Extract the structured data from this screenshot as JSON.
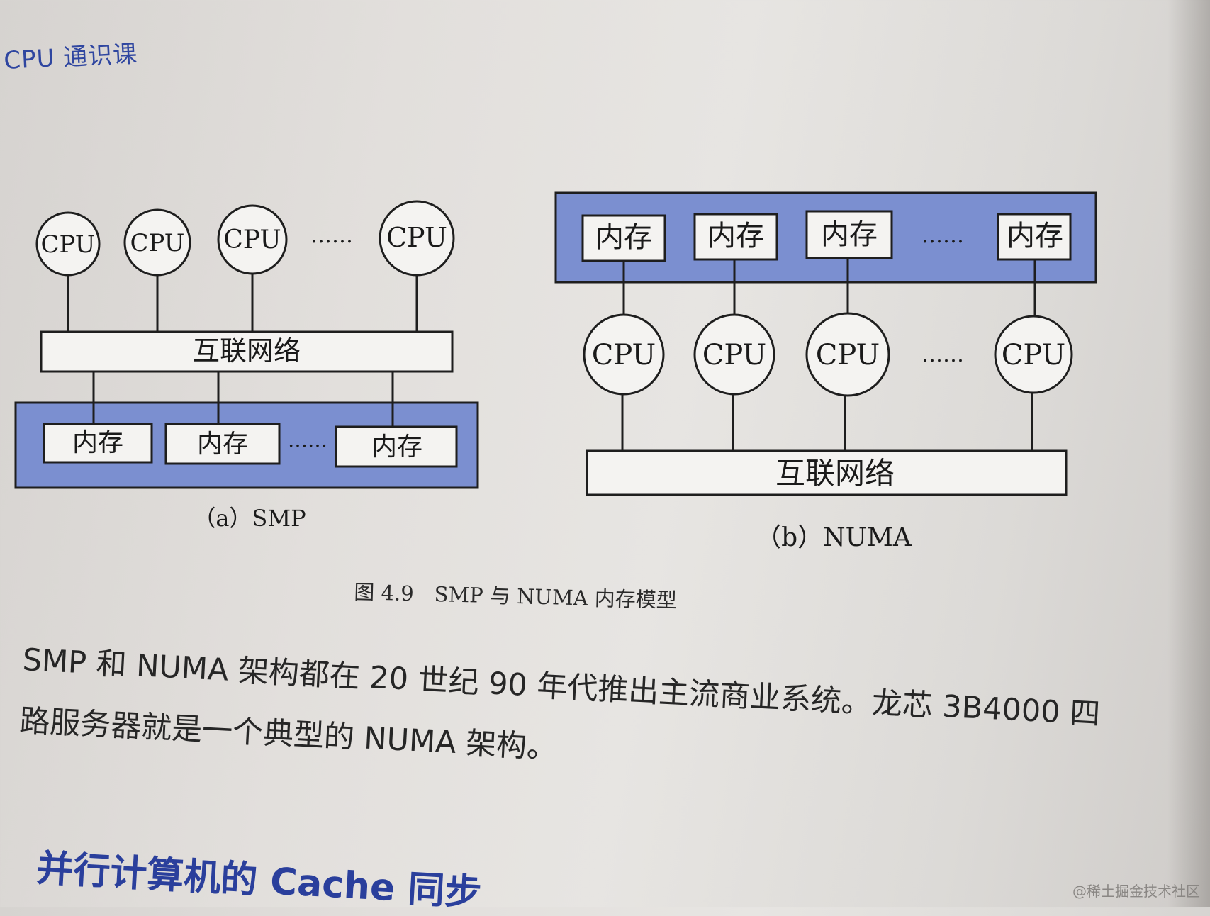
{
  "header": {
    "running_title": "CPU 通识课"
  },
  "figure": {
    "smp": {
      "cpus": [
        "CPU",
        "CPU",
        "CPU",
        "CPU"
      ],
      "ellipsis": "……",
      "interconnect": "互联网络",
      "memories": [
        "内存",
        "内存",
        "内存"
      ],
      "mem_ellipsis": "……",
      "label": "（a）SMP"
    },
    "numa": {
      "memories": [
        "内存",
        "内存",
        "内存",
        "内存"
      ],
      "mem_ellipsis": "……",
      "cpus": [
        "CPU",
        "CPU",
        "CPU",
        "CPU"
      ],
      "cpu_ellipsis": "……",
      "interconnect": "互联网络",
      "label": "（b）NUMA"
    },
    "caption": "图 4.9　SMP 与 NUMA 内存模型",
    "colors": {
      "memory_band": "#7b8fd0",
      "line": "#1e1e1e",
      "box_fill": "#f4f3f1"
    }
  },
  "body": {
    "paragraph": "SMP 和 NUMA 架构都在 20 世纪 90 年代推出主流商业系统。龙芯 3B4000 四路服务器就是一个典型的 NUMA 架构。",
    "section_heading": "并行计算机的 Cache 同步"
  },
  "watermark": "@稀土掘金技术社区"
}
